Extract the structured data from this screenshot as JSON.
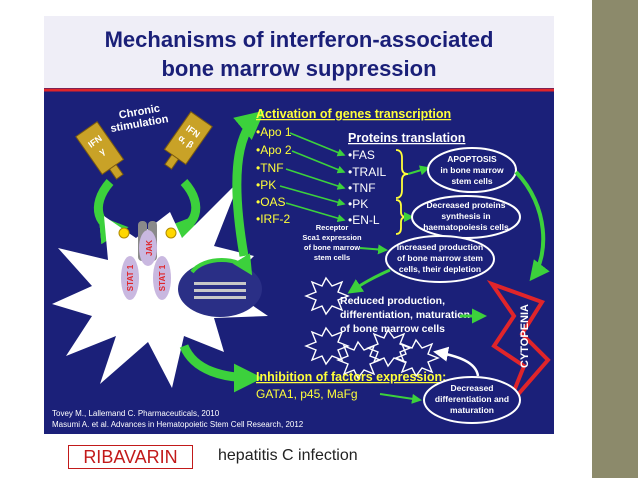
{
  "slide": {
    "title_line1": "Mechanisms of interferon-associated",
    "title_line2": "bone marrow suppression",
    "colors": {
      "navy": "#1a1f78",
      "yellow": "#ffff3a",
      "green": "#3cd13c",
      "red": "#e0252a",
      "title_bg": "#efeef7",
      "sidebar": "#8c8a6b"
    }
  },
  "diagram": {
    "chronic_stimulation": [
      "Chronic",
      "stimulation"
    ],
    "ifn_gamma": [
      "IFN",
      "γ"
    ],
    "ifn_alpha_beta": [
      "IFN",
      "α, β"
    ],
    "jak": "JAK",
    "stat1_left": "STAT 1",
    "stat1_right": "STAT 1",
    "activation_header": "Activation of genes transcription",
    "activation_genes": [
      "•Apo 1",
      "•Apo 2",
      "•TNF",
      "•PK",
      "•OAS",
      "•IRF-2"
    ],
    "translation_header": "Proteins translation",
    "translation_items": [
      "•FAS",
      "•TRAIL",
      "•TNF",
      "•PK",
      "•EN-L"
    ],
    "apoptosis": [
      "APOPTOSIS",
      "in bone marrow",
      "stem cells"
    ],
    "decreased_proteins": [
      "Decreased proteins",
      "synthesis in",
      "haematopoiesis cells"
    ],
    "receptor": [
      "Receptor",
      "Sca1 expression",
      "of bone marrow",
      "stem cells"
    ],
    "increased_production": [
      "Increased production",
      "of bone marrow stem",
      "cells, their depletion"
    ],
    "reduced_production": [
      "Reduced production,",
      "differentiation, maturation",
      "of bone marrow cells"
    ],
    "cytopenia": "CYTOPENIA",
    "inhibition_header": "Inhibition of factors expression:",
    "inhibition_factors": "GATA1, p45, MaFg",
    "decreased_differentiation": [
      "Decreased",
      "differentiation and",
      "maturation"
    ],
    "references": [
      "Tovey M., Lallemand C. Pharmaceuticals, 2010",
      "Masumi A. et al. Advances in Hematopoietic Stem Cell Research, 2012"
    ]
  },
  "caption": {
    "ribavarin": "RIBAVARIN",
    "hepatitis": "hepatitis C infection"
  }
}
